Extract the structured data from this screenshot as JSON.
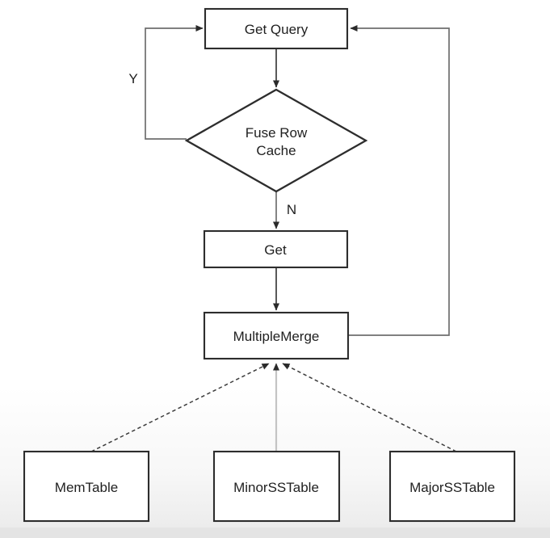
{
  "diagram": {
    "nodes": {
      "get_query": {
        "label": "Get Query"
      },
      "fuse_row_cache": {
        "label_line1": "Fuse Row",
        "label_line2": "Cache"
      },
      "get": {
        "label": "Get"
      },
      "multiple_merge": {
        "label": "MultipleMerge"
      },
      "mem_table": {
        "label": "MemTable"
      },
      "minor_sstable": {
        "label": "MinorSSTable"
      },
      "major_sstable": {
        "label": "MajorSSTable"
      }
    },
    "edge_labels": {
      "yes": "Y",
      "no": "N"
    },
    "colors": {
      "node_border": "#2d2d2d",
      "node_fill": "#ffffff",
      "text": "#1f1f1f",
      "edge_dark": "#3c3c3c",
      "edge_gray": "#6e6e6e",
      "edge_light_gray": "#c4c4c4",
      "arrowhead": "#2a2a2a",
      "background_top": "#ffffff",
      "background_bottom": "#e4e4e4"
    }
  }
}
